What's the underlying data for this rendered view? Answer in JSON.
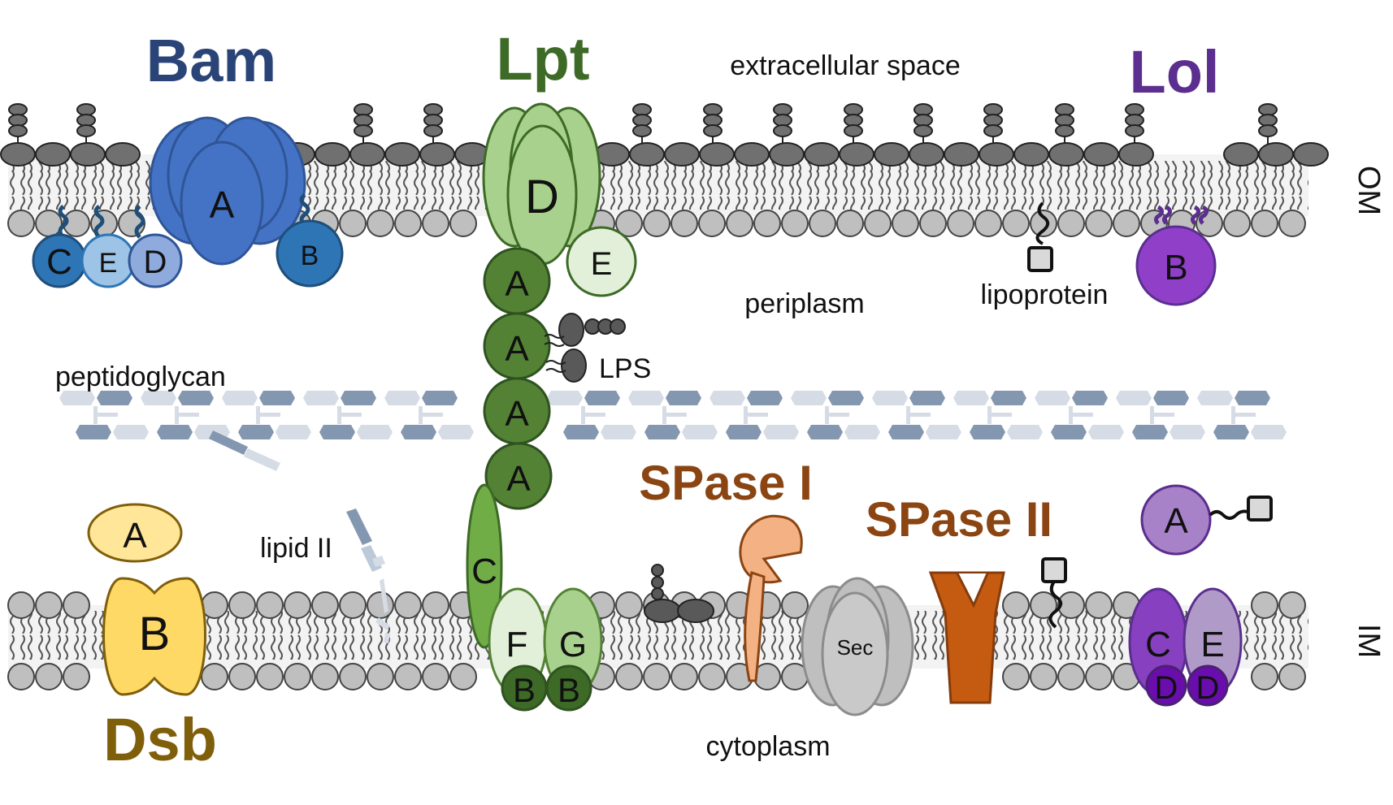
{
  "systems": {
    "bam": {
      "title": "Bam",
      "subunits": {
        "a": "A",
        "b": "B",
        "c": "C",
        "e": "E",
        "d": "D"
      }
    },
    "lpt": {
      "title": "Lpt",
      "subunits": {
        "d": "D",
        "e": "E",
        "a": "A",
        "c": "C",
        "f": "F",
        "g": "G",
        "b": "B"
      }
    },
    "lol": {
      "title": "Lol",
      "subunits": {
        "a": "A",
        "b": "B",
        "c": "C",
        "e": "E",
        "d": "D"
      }
    },
    "dsb": {
      "title": "Dsb",
      "subunits": {
        "a": "A",
        "b": "B"
      }
    },
    "spase1": {
      "title": "SPase I"
    },
    "spase2": {
      "title": "SPase II"
    },
    "sec": {
      "label": "Sec"
    }
  },
  "labels": {
    "extracellular": "extracellular space",
    "periplasm": "periplasm",
    "cytoplasm": "cytoplasm",
    "peptidoglycan": "peptidoglycan",
    "lipid_ii": "lipid II",
    "lps": "LPS",
    "lipoprotein": "lipoprotein",
    "om": "OM",
    "im": "IM"
  },
  "colors": {
    "bam": "#2a4478",
    "bam_a": "#4472c4",
    "lpt": "#3d6a26",
    "lpt_dark": "#4e8535",
    "lpt_light": "#a9d18e",
    "lol": "#5b2e8f",
    "lol_b": "#9040c8",
    "dsb": "#7f5f0a",
    "dsb_b": "#ffd966",
    "spase": "#8b4513",
    "spase2_fill": "#c55a11",
    "spase1_fill": "#f4b183"
  }
}
